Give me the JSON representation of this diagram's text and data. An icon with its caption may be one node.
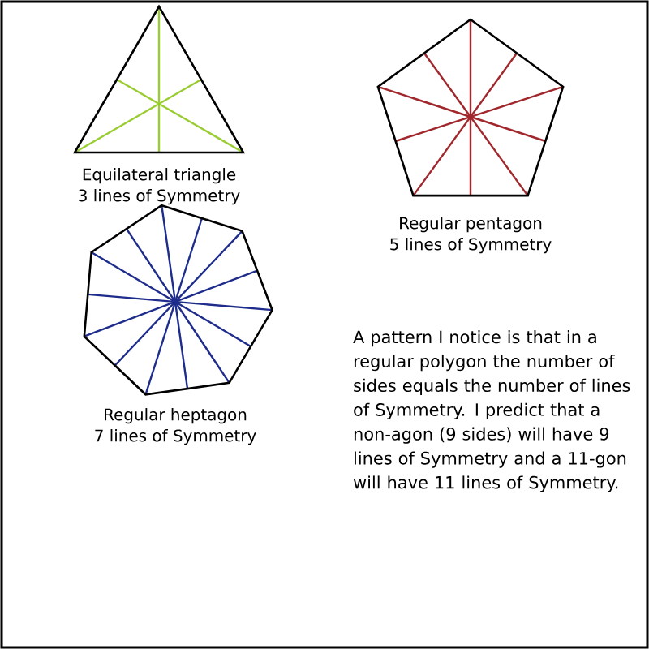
{
  "diagram": {
    "nodes": [
      {
        "text": [],
        "shape": "triangle",
        "beside": [
          "Equilateral triangle",
          "3 lines of Symmetry"
        ]
      },
      {
        "text": [],
        "shape": "pentagon",
        "beside": [
          "Regular pentagon",
          "5 lines of Symmetry"
        ]
      },
      {
        "text": [],
        "shape": "heptagon",
        "beside": [
          "Regular heptagon",
          "7 lines of Symmetry"
        ]
      }
    ],
    "labels": [
      "A pattern I notice is that in a regular polygon the number of sides equals the number of lines of Symmetry. I predict that a non-agon (9 sides) will have 9 lines of Symmetry and a 11-gon will have 11 lines of Symmetry."
    ]
  }
}
